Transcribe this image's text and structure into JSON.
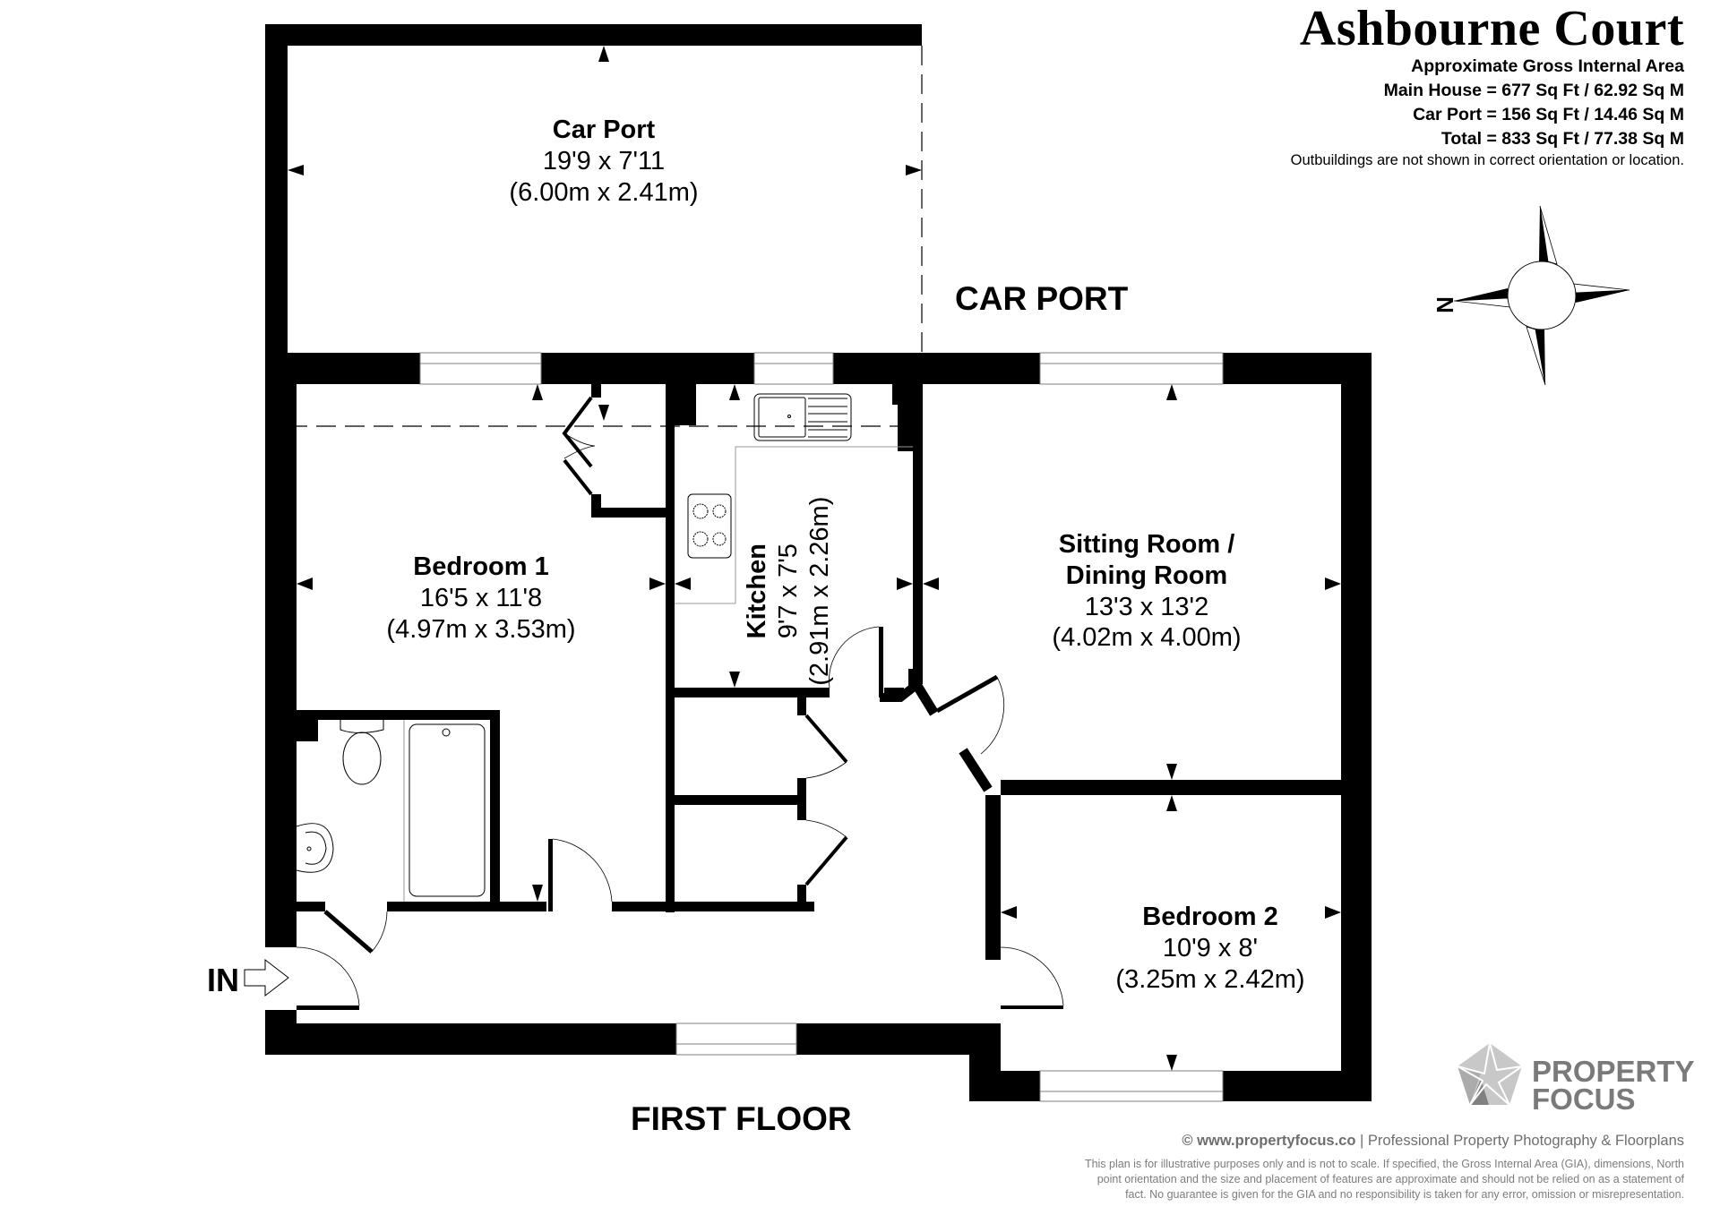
{
  "header": {
    "title": "Ashbourne Court",
    "area_heading": "Approximate Gross Internal Area",
    "areas": [
      {
        "label": "Main House",
        "sqft": "677 Sq Ft",
        "sqm": "62.92 Sq M",
        "line": "Main House = 677 Sq Ft / 62.92 Sq M"
      },
      {
        "label": "Car Port",
        "sqft": "156 Sq Ft",
        "sqm": "14.46 Sq M",
        "line": "Car Port = 156 Sq Ft / 14.46 Sq M"
      },
      {
        "label": "Total",
        "sqft": "833 Sq Ft",
        "sqm": "77.38 Sq M",
        "line": "Total = 833 Sq Ft / 77.38 Sq M"
      }
    ],
    "note": "Outbuildings are not shown in correct orientation or location."
  },
  "compass": {
    "icon": "north-arrow-compass-icon",
    "label": "N"
  },
  "sections": {
    "car_port_label": "CAR PORT",
    "first_floor_label": "FIRST FLOOR",
    "entrance_label": "IN"
  },
  "rooms": [
    {
      "id": "car-port",
      "name": "Car Port",
      "imperial": "19'9 x 7'11",
      "metric": "(6.00m x 2.41m)"
    },
    {
      "id": "bedroom-1",
      "name": "Bedroom 1",
      "imperial": "16'5 x 11'8",
      "metric": "(4.97m x 3.53m)"
    },
    {
      "id": "kitchen",
      "name": "Kitchen",
      "imperial": "9'7 x 7'5",
      "metric": "(2.91m x 2.26m)"
    },
    {
      "id": "sitting-dining-room",
      "name_line1": "Sitting Room /",
      "name_line2": "Dining Room",
      "imperial": "13'3 x 13'2",
      "metric": "(4.02m x 4.00m)"
    },
    {
      "id": "bedroom-2",
      "name": "Bedroom 2",
      "imperial": "10'9 x 8'",
      "metric": "(3.25m x 2.42m)"
    }
  ],
  "branding": {
    "logo_line1": "PROPERTY",
    "logo_line2": "FOCUS",
    "logo_colors": {
      "text": "#7a7a7a",
      "light": "#c8c8c8",
      "dark": "#808080"
    },
    "website": "© www.propertyfocus.co",
    "tagline": "| Professional Property Photography & Floorplans",
    "disclaimer_lines": [
      "This plan is for illustrative purposes only and is not to scale. If specified, the Gross Internal Area (GIA), dimensions, North",
      "point orientation and the size and placement of features are approximate and should not be relied on as a statement of",
      "fact. No guarantee is given for the GIA and no responsibility is taken for any error, omission or misrepresentation."
    ]
  },
  "colors": {
    "wall": "#000000",
    "background": "#ffffff",
    "fixture_line": "#000000",
    "window_line": "#808080"
  }
}
